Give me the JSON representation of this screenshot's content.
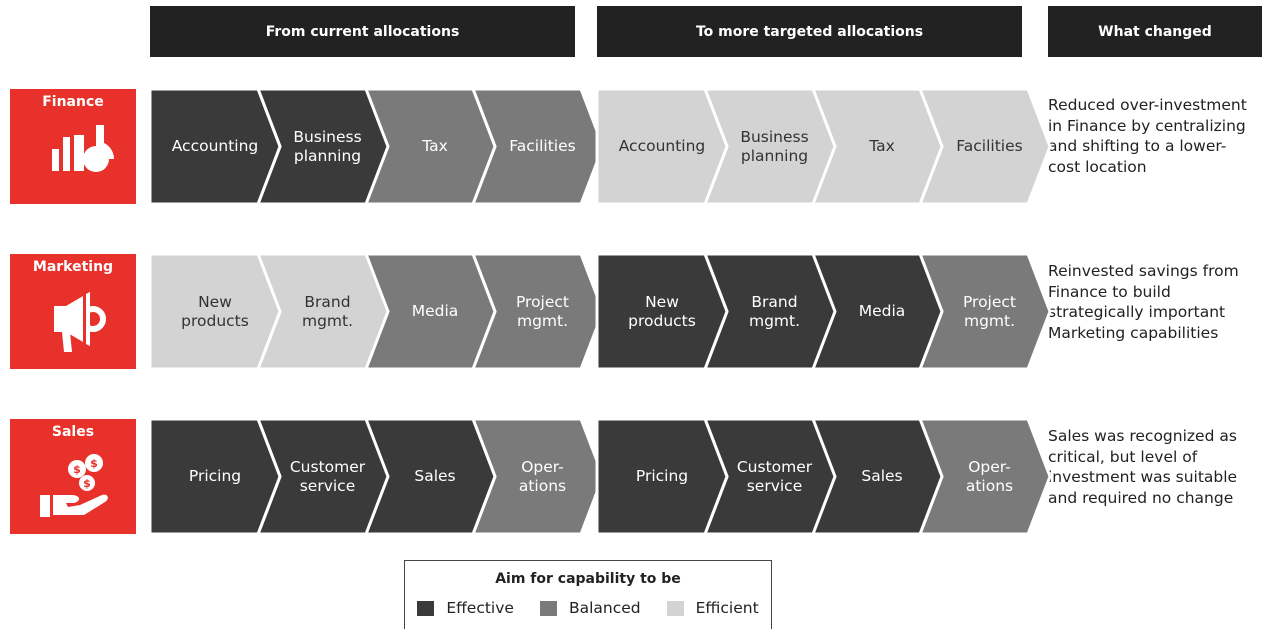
{
  "headers": {
    "from": "From current allocations",
    "to": "To more targeted allocations",
    "changed": "What changed"
  },
  "colors": {
    "effective": "#3a3a3a",
    "balanced": "#7a7a7a",
    "efficient": "#d3d3d3",
    "accent_red": "#e8312a",
    "header_bg": "#222222"
  },
  "rows": [
    {
      "label": "Finance",
      "icon": "chart-icon",
      "from": [
        {
          "text": "Accounting",
          "level": "effective"
        },
        {
          "text": "Business\nplanning",
          "level": "effective"
        },
        {
          "text": "Tax",
          "level": "balanced"
        },
        {
          "text": "Facilities",
          "level": "balanced"
        }
      ],
      "to": [
        {
          "text": "Accounting",
          "level": "efficient"
        },
        {
          "text": "Business\nplanning",
          "level": "efficient"
        },
        {
          "text": "Tax",
          "level": "efficient"
        },
        {
          "text": "Facilities",
          "level": "efficient"
        }
      ],
      "changed": "Reduced over-investment\nin Finance by centralizing\nand shifting to a lower-\ncost location"
    },
    {
      "label": "Marketing",
      "icon": "megaphone-icon",
      "from": [
        {
          "text": "New\nproducts",
          "level": "efficient"
        },
        {
          "text": "Brand\nmgmt.",
          "level": "efficient"
        },
        {
          "text": "Media",
          "level": "balanced"
        },
        {
          "text": "Project\nmgmt.",
          "level": "balanced"
        }
      ],
      "to": [
        {
          "text": "New\nproducts",
          "level": "effective"
        },
        {
          "text": "Brand\nmgmt.",
          "level": "effective"
        },
        {
          "text": "Media",
          "level": "effective"
        },
        {
          "text": "Project\nmgmt.",
          "level": "balanced"
        }
      ],
      "changed": "Reinvested savings from\nFinance to build\nstrategically important\nMarketing capabilities"
    },
    {
      "label": "Sales",
      "icon": "money-hand-icon",
      "from": [
        {
          "text": "Pricing",
          "level": "effective"
        },
        {
          "text": "Customer\nservice",
          "level": "effective"
        },
        {
          "text": "Sales",
          "level": "effective"
        },
        {
          "text": "Oper-\nations",
          "level": "balanced"
        }
      ],
      "to": [
        {
          "text": "Pricing",
          "level": "effective"
        },
        {
          "text": "Customer\nservice",
          "level": "effective"
        },
        {
          "text": "Sales",
          "level": "effective"
        },
        {
          "text": "Oper-\nations",
          "level": "balanced"
        }
      ],
      "changed": "Sales was recognized as\ncritical, but level of\ninvestment was suitable\nand required no change"
    }
  ],
  "legend": {
    "title": "Aim for capability to be",
    "items": [
      {
        "label": "Effective",
        "level": "effective"
      },
      {
        "label": "Balanced",
        "level": "balanced"
      },
      {
        "label": "Efficient",
        "level": "efficient"
      }
    ]
  }
}
